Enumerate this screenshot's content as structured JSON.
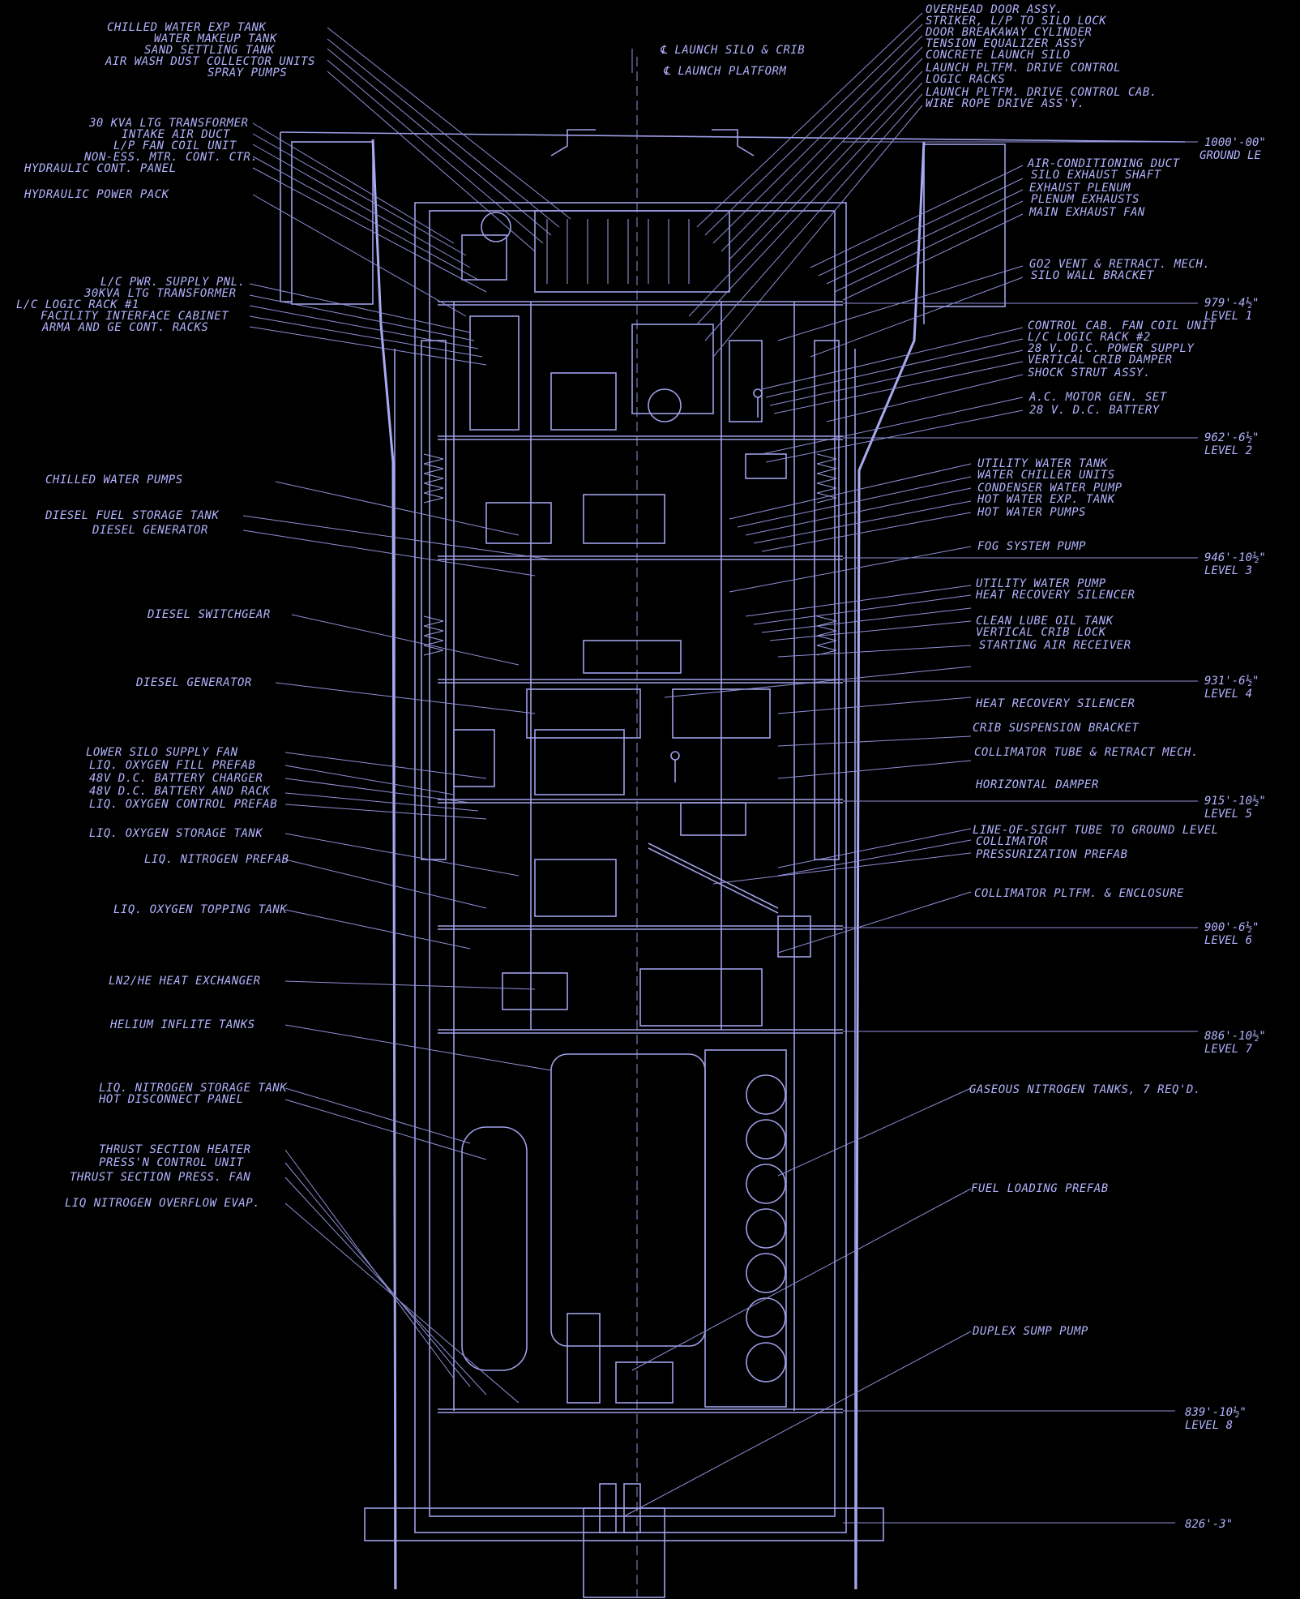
{
  "labels_top_left": [
    "CHILLED WATER EXP TANK",
    "WATER MAKEUP TANK",
    "SAND SETTLING TANK",
    "AIR WASH DUST COLLECTOR UNITS",
    "SPRAY PUMPS"
  ],
  "labels_left_upper": [
    "30 KVA LTG TRANSFORMER",
    "INTAKE AIR DUCT",
    "L/P FAN COIL UNIT",
    "NON-ESS. MTR. CONT. CTR.",
    "HYDRAULIC CONT. PANEL",
    "HYDRAULIC POWER PACK"
  ],
  "labels_left_mid": [
    "L/C PWR. SUPPLY PNL.",
    "30KVA LTG TRANSFORMER",
    "L/C LOGIC RACK #1",
    "FACILITY INTERFACE CABINET",
    "ARMA AND GE CONT. RACKS"
  ],
  "labels_left_lower": [
    "CHILLED WATER PUMPS",
    "DIESEL FUEL STORAGE TANK",
    "DIESEL GENERATOR",
    "DIESEL SWITCHGEAR",
    "DIESEL GENERATOR",
    "LOWER SILO SUPPLY FAN",
    "LIQ. OXYGEN FILL PREFAB",
    "48V D.C. BATTERY CHARGER",
    "48V D.C. BATTERY AND RACK",
    "LIQ. OXYGEN CONTROL PREFAB",
    "LIQ. OXYGEN STORAGE TANK",
    "LIQ. NITROGEN PREFAB",
    "LIQ. OXYGEN TOPPING TANK",
    "LN2/HE HEAT EXCHANGER",
    "HELIUM INFLITE TANKS",
    "LIQ. NITROGEN STORAGE TANK",
    "HOT DISCONNECT PANEL",
    "THRUST SECTION HEATER",
    "PRESS'N CONTROL UNIT",
    "THRUST SECTION PRESS. FAN",
    "LIQ NITROGEN OVERFLOW EVAP."
  ],
  "labels_top_center": [
    "℄ LAUNCH SILO & CRIB",
    "℄ LAUNCH PLATFORM"
  ],
  "labels_top_right": [
    "OVERHEAD DOOR ASSY.",
    "STRIKER, L/P TO SILO LOCK",
    "DOOR BREAKAWAY CYLINDER",
    "TENSION EQUALIZER ASSY",
    "CONCRETE LAUNCH SILO",
    "LAUNCH PLTFM. DRIVE CONTROL",
    "LOGIC RACKS",
    "LAUNCH PLTFM. DRIVE CONTROL CAB.",
    "WIRE ROPE DRIVE ASS'Y."
  ],
  "labels_right": [
    "AIR-CONDITIONING DUCT",
    "SILO EXHAUST SHAFT",
    "EXHAUST PLENUM",
    "PLENUM EXHAUSTS",
    "MAIN EXHAUST FAN",
    "GO2 VENT & RETRACT. MECH.",
    "SILO WALL BRACKET",
    "CONTROL CAB. FAN COIL UNIT",
    "L/C LOGIC RACK #2",
    "28 V. D.C. POWER SUPPLY",
    "VERTICAL CRIB DAMPER",
    "SHOCK STRUT ASSY.",
    "A.C. MOTOR GEN. SET",
    "28 V. D.C. BATTERY",
    "UTILITY WATER TANK",
    "WATER CHILLER UNITS",
    "CONDENSER WATER PUMP",
    "HOT WATER EXP. TANK",
    "HOT WATER PUMPS",
    "FOG SYSTEM PUMP",
    "UTILITY WATER PUMP",
    "HEAT RECOVERY SILENCER",
    "CLEAN LUBE OIL TANK",
    "VERTICAL CRIB LOCK",
    "STARTING AIR RECEIVER",
    "HEAT RECOVERY SILENCER",
    "CRIB SUSPENSION BRACKET",
    "COLLIMATOR TUBE & RETRACT MECH.",
    "HORIZONTAL DAMPER",
    "LINE-OF-SIGHT TUBE TO GROUND LEVEL",
    "COLLIMATOR",
    "PRESSURIZATION PREFAB",
    "COLLIMATOR PLTFM. & ENCLOSURE",
    "GASEOUS NITROGEN TANKS, 7 REQ'D.",
    "FUEL LOADING PREFAB",
    "DUPLEX SUMP PUMP"
  ],
  "levels": [
    {
      "elev": "1000'-00\"",
      "name": "GROUND LE"
    },
    {
      "elev": "979'-4½\"",
      "name": "LEVEL 1"
    },
    {
      "elev": "962'-6½\"",
      "name": "LEVEL 2"
    },
    {
      "elev": "946'-10½\"",
      "name": "LEVEL 3"
    },
    {
      "elev": "931'-6½\"",
      "name": "LEVEL 4"
    },
    {
      "elev": "915'-10½\"",
      "name": "LEVEL 5"
    },
    {
      "elev": "900'-6½\"",
      "name": "LEVEL 6"
    },
    {
      "elev": "886'-10½\"",
      "name": "LEVEL 7"
    },
    {
      "elev": "839'-10½\"",
      "name": "LEVEL 8"
    },
    {
      "elev": "826'-3\"",
      "name": ""
    }
  ],
  "colors": {
    "background": "#000000",
    "ink": "#9f9fe8",
    "text": "#b3b3ff"
  }
}
